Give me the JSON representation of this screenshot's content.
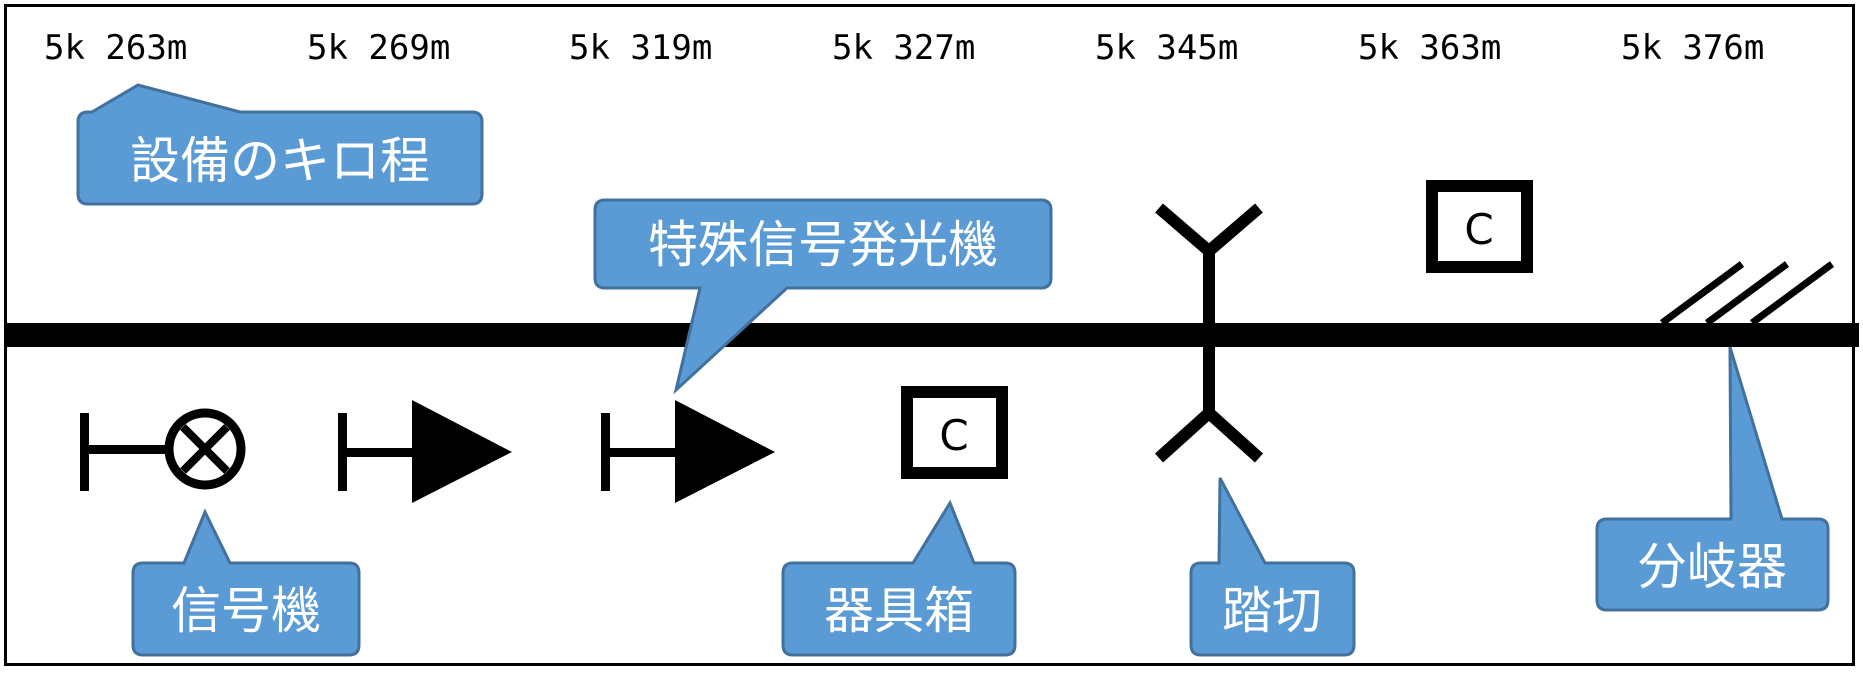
{
  "kilometer_posts": [
    "5k 263m",
    "5k 269m",
    "5k 319m",
    "5k 327m",
    "5k 345m",
    "5k 363m",
    "5k 376m"
  ],
  "callouts": {
    "kilo": "設備のキロ程",
    "special_signal": "特殊信号発光機",
    "signal": "信号機",
    "equipment_box": "器具箱",
    "crossing": "踏切",
    "turnout": "分岐器"
  },
  "box_symbol_letter": "C",
  "colors": {
    "callout_fill": "#5b9bd5",
    "callout_stroke": "#41719c",
    "line": "#000000"
  }
}
